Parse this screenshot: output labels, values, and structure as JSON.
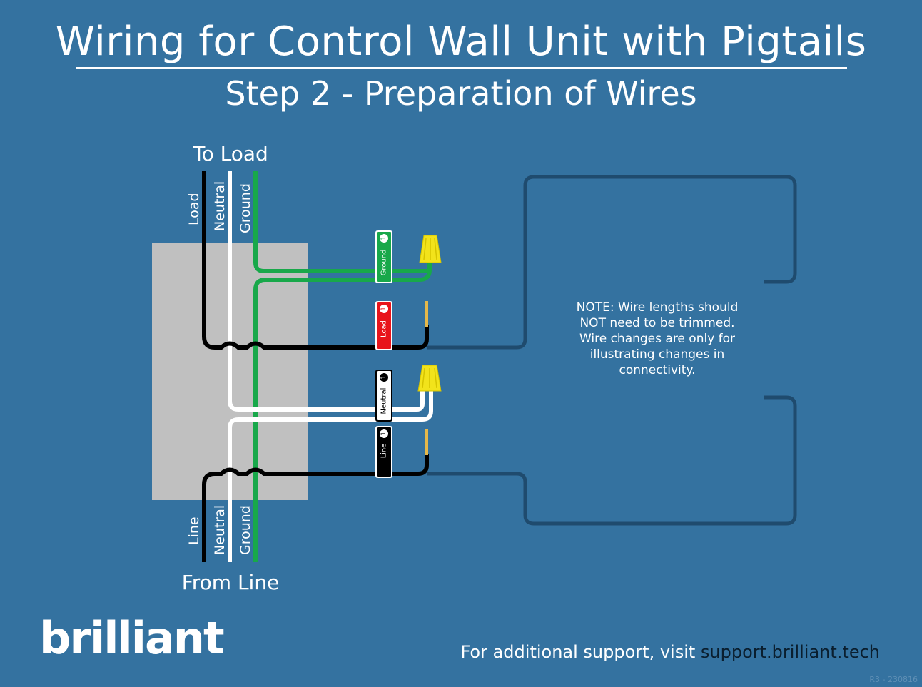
{
  "title": "Wiring for Control Wall Unit with Pigtails",
  "subtitle": "Step 2 - Preparation of Wires",
  "top_label": "To Load",
  "bottom_label": "From Line",
  "top_wires": [
    "Load",
    "Neutral",
    "Ground"
  ],
  "bottom_wires": [
    "Line",
    "Neutral",
    "Ground"
  ],
  "tags": {
    "ground": {
      "label": "Ground",
      "number": "1"
    },
    "load": {
      "label": "Load",
      "number": "1"
    },
    "neutral": {
      "label": "Neutral",
      "number": "1"
    },
    "line": {
      "label": "Line",
      "number": "1"
    }
  },
  "note": "NOTE: Wire lengths should NOT need to be trimmed.  Wire changes are only for illustrating changes in connectivity.",
  "footer": {
    "prefix": "For additional support, visit ",
    "link": "support.brilliant.tech"
  },
  "logo": "brilliant",
  "revision": "R3 - 230816",
  "colors": {
    "background": "#3472a0",
    "box": "#c0c0c0",
    "ground_wire": "#18a84a",
    "load_tag": "#e8141b",
    "wire_nut": "#f2e31b",
    "device_outline": "#1f4b6e",
    "stripped_tip": "#e5b84a"
  },
  "icons": [
    "wire-nut-icon",
    "wire-tag-icon",
    "stripped-wire-tip-icon"
  ]
}
